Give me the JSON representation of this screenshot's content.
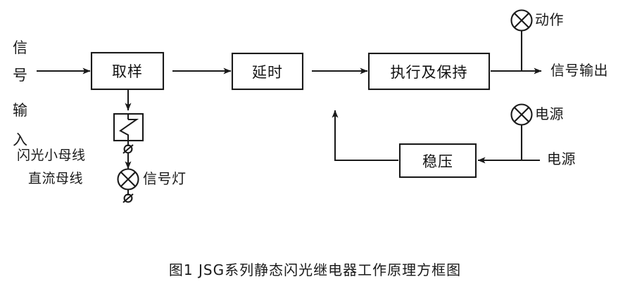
{
  "figure": {
    "caption": "图1  JSG系列静态闪光继电器工作原理方框图",
    "line_color": "#1a1a1a",
    "text_color": "#1a1a1a",
    "background": "#ffffff"
  },
  "blocks": [
    {
      "id": "sampling",
      "label": "取样"
    },
    {
      "id": "delay",
      "label": "延时"
    },
    {
      "id": "execute",
      "label": "执行及保持"
    },
    {
      "id": "regulator",
      "label": "稳压"
    }
  ],
  "labels": {
    "input_vertical": [
      "信",
      "号",
      "输",
      "入"
    ],
    "flash_bus": "闪光小母线",
    "dc_bus": "直流母线",
    "signal_lamp": "信号灯",
    "action_lamp": "动作",
    "signal_output": "信号输出",
    "power_lamp": "电源",
    "power_source": "电源"
  },
  "symbols": {
    "relay_contact": "relay-contact-symbol",
    "lamp": "crossed-circle-lamp-icon",
    "terminal": "terminal-slash-icon",
    "arrow": "arrow-head"
  }
}
